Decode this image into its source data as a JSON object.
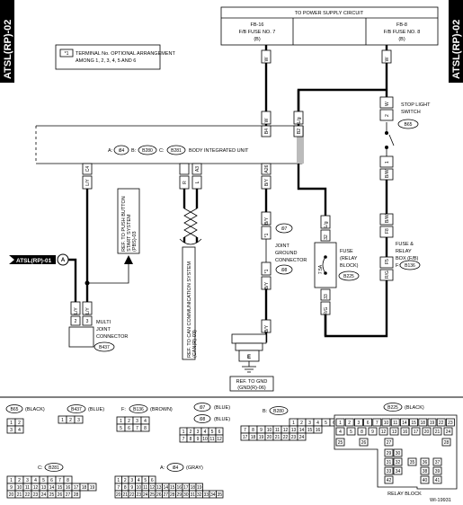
{
  "side_tabs": {
    "left": "ATSL(RP)-02",
    "right": "ATSL(RP)-02"
  },
  "power_supply": {
    "title": "TO POWER SUPPLY CIRCUIT",
    "fuse_left": [
      "FB-16",
      "F/B FUSE NO. 7",
      "(B)"
    ],
    "fuse_right": [
      "FB-8",
      "F/B FUSE NO. 8",
      "(B)"
    ]
  },
  "note": {
    "mark": "*1",
    "text": [
      "TERMINAL No. OPTIONAL ARRANGEMENT",
      "AMONG 1, 2, 3, 4, 5 AND 6"
    ]
  },
  "body_unit": {
    "label": "BODY INTEGRATED UNIT",
    "conn_a": "A:",
    "conn_a_id": "i84",
    "conn_b": "B:",
    "conn_b_id": "B280",
    "conn_c": "C:",
    "conn_c_id": "B281",
    "pins": [
      "B4",
      "B2",
      "C4",
      "A3",
      "A26",
      "A28"
    ]
  },
  "wires": {
    "w1": "W",
    "w2": "W",
    "lg": "L/g",
    "ly": "L/Y",
    "r": "R",
    "l": "L",
    "by": "B/Y",
    "b": "B"
  },
  "stop_light": {
    "label": [
      "STOP LIGHT",
      "SWITCH"
    ],
    "conn": "B65",
    "pins": [
      "2",
      "1"
    ],
    "wire_in": "W",
    "wire_out": "B/W"
  },
  "fuse_relay_box": {
    "label": [
      "FUSE &",
      "RELAY",
      "BOX (F/B)"
    ],
    "conn_prefix": "F:",
    "conn": "B136",
    "pins": [
      "F8",
      "F5"
    ],
    "wires": [
      "B/W",
      "R/G"
    ]
  },
  "fuse_relay_block": {
    "label": [
      "FUSE",
      "(RELAY",
      "BLOCK)"
    ],
    "conn": "B225",
    "amp": "7.5A",
    "pins": [
      "32",
      "33"
    ],
    "wires": [
      "L/g",
      "R/G"
    ]
  },
  "joint_ground": {
    "label": [
      "JOINT",
      "GROUND",
      "CONNECTOR"
    ],
    "conn_top": "i97",
    "conn_bottom": "i98",
    "pins_top": [
      "*1",
      "*1"
    ],
    "wires": [
      "B/Y",
      "B/Y",
      "B/Y"
    ]
  },
  "multi_joint": {
    "label": [
      "MULTI",
      "JOINT",
      "CONNECTOR"
    ],
    "conn": "B437",
    "pins": [
      "2",
      "3"
    ],
    "wires": [
      "L/Y",
      "L/Y"
    ]
  },
  "ref_push_button": [
    "REF. TO PUSH BUTTON",
    "START SYSTEM",
    "(PBS)-03"
  ],
  "ref_can": [
    "REF. TO CAN COMMUNICATION SYSTEM",
    "(CAN(R)-03)"
  ],
  "ref_gnd": [
    "REF. TO GND",
    "(GND(R)-06)"
  ],
  "ground_label": "E",
  "atsl_ref": "ATSL(RP)-01",
  "atsl_conn": "A",
  "connector_views": {
    "b65": {
      "id": "B65",
      "color": "(BLACK)",
      "rows": [
        [
          "1",
          "2"
        ],
        [
          "3",
          "4"
        ]
      ]
    },
    "b437": {
      "id": "B437",
      "color": "(BLUE)",
      "rows": [
        [
          "1",
          "2",
          "3"
        ]
      ]
    },
    "b136": {
      "prefix": "F:",
      "id": "B136",
      "color": "(BROWN)",
      "rows": [
        [
          "1",
          "2",
          "3",
          "4"
        ],
        [
          "5",
          "6",
          "7",
          "8"
        ]
      ]
    },
    "i97": {
      "id": "i97",
      "color": "(BLUE)",
      "id2": "i98",
      "color2": "(BLUE)",
      "rows": [
        [
          "1",
          "2",
          "3",
          "4",
          "5",
          "6"
        ],
        [
          "7",
          "8",
          "9",
          "10",
          "11",
          "12"
        ]
      ]
    },
    "b280": {
      "prefix": "B:",
      "id": "B280",
      "rows": [
        [
          "1",
          "2",
          "3",
          "4",
          "5",
          "6"
        ],
        [
          "7",
          "8",
          "9",
          "10",
          "11",
          "12",
          "13",
          "14",
          "15",
          "16"
        ],
        [
          "17",
          "18",
          "19",
          "20",
          "21",
          "22",
          "23",
          "24"
        ]
      ]
    },
    "b225": {
      "id": "B225",
      "color": "(BLACK)",
      "block_label": "RELAY BLOCK"
    },
    "b281": {
      "prefix": "C:",
      "id": "B281",
      "rows": [
        [
          "1",
          "2",
          "3",
          "4",
          "5",
          "6",
          "7",
          "8"
        ],
        [
          "9",
          "10",
          "11",
          "12",
          "13",
          "14",
          "15",
          "16",
          "17",
          "18",
          "19"
        ],
        [
          "20",
          "21",
          "22",
          "23",
          "24",
          "25",
          "26",
          "27",
          "28"
        ]
      ]
    },
    "i84": {
      "prefix": "A:",
      "id": "i84",
      "color": "(GRAY)",
      "rows": [
        [
          "1",
          "2",
          "3",
          "4",
          "5",
          "6"
        ],
        [
          "7",
          "8",
          "9",
          "10",
          "11",
          "12",
          "13",
          "14",
          "15",
          "16",
          "17",
          "18",
          "19"
        ],
        [
          "20",
          "21",
          "22",
          "23",
          "24",
          "25",
          "26",
          "27",
          "28",
          "29",
          "30",
          "31",
          "32",
          "33",
          "34",
          "35"
        ]
      ]
    }
  },
  "figure_id": "WI-19931"
}
